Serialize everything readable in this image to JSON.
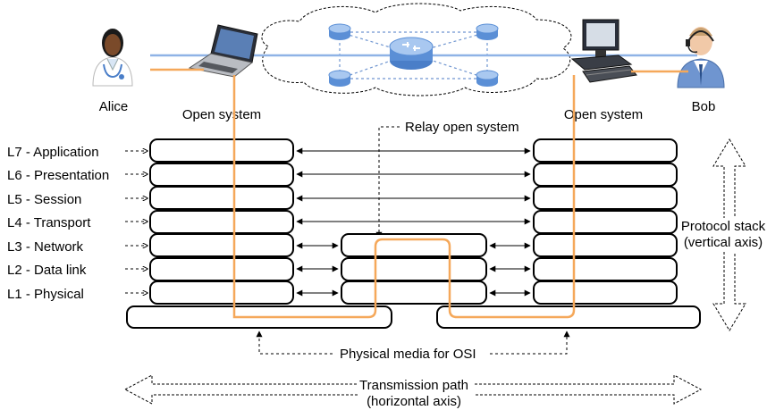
{
  "nodes": {
    "alice": "Alice",
    "bob": "Bob",
    "open_system_left": "Open system",
    "open_system_right": "Open system",
    "relay": "Relay open system"
  },
  "layers": [
    "L7 - Application",
    "L6 - Presentation",
    "L5 - Session",
    "L4 - Transport",
    "L3 - Network",
    "L2 - Data link",
    "L1 - Physical"
  ],
  "physical_media": "Physical media for OSI",
  "protocol_stack": {
    "line1": "Protocol stack",
    "line2": "(vertical axis)"
  },
  "transmission_path": {
    "line1": "Transmission path",
    "line2": "(horizontal axis)"
  },
  "colors": {
    "path": "#f5a85a",
    "network_line": "#8fb3e6",
    "router_body": "#5b8fd6",
    "router_top": "#a9c8f0"
  },
  "icons": [
    "doctor-icon",
    "laptop-icon",
    "router-icon",
    "desktop-computer-icon",
    "headset-user-icon",
    "cloud-icon"
  ]
}
